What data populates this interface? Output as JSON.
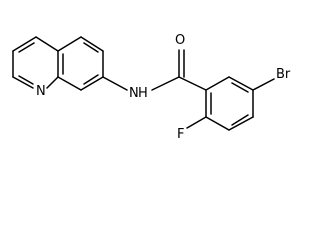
{
  "atoms": {
    "oxygen": "O",
    "amide_nitrogen": "N",
    "amide_hydrogen": "H",
    "ring_nitrogen": "N",
    "bromine": "Br",
    "fluorine": "F"
  },
  "colors": {
    "line": "#000000",
    "background": "#ffffff"
  }
}
